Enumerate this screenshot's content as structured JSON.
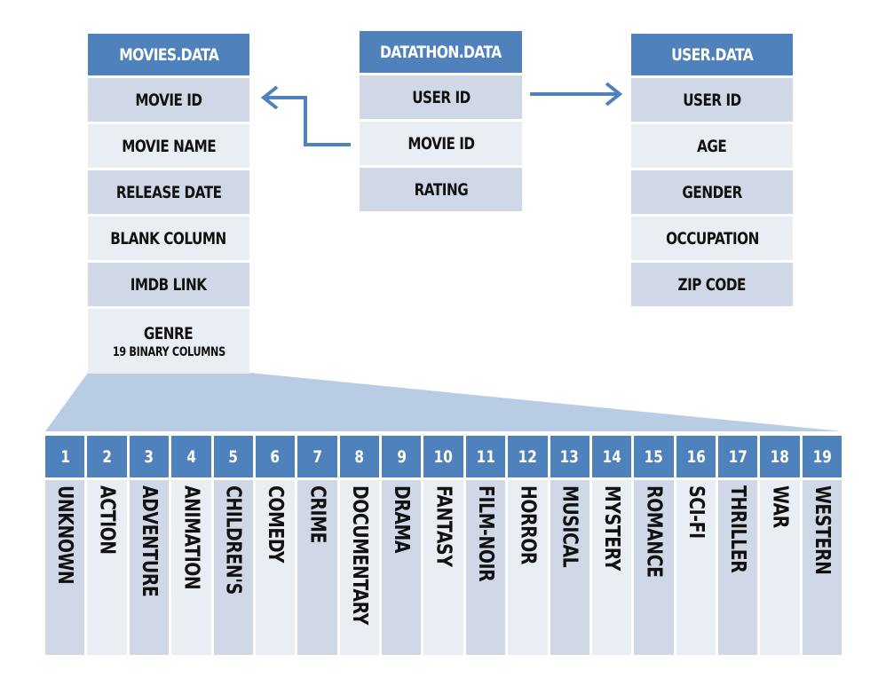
{
  "colors": {
    "header": "#4f81bd",
    "row_dark": "#d0d8e8",
    "row_light": "#e9edf4",
    "arrow": "#4f81bd",
    "fan": "#b8cce4"
  },
  "movies": {
    "title": "MOVIES.DATA",
    "rows": [
      "MOVIE ID",
      "MOVIE NAME",
      "RELEASE DATE",
      "BLANK COLUMN",
      "IMDB LINK",
      "GENRE"
    ],
    "genre_sub": "19 BINARY COLUMNS"
  },
  "datathon": {
    "title": "DATATHON.DATA",
    "rows": [
      "USER ID",
      "MOVIE ID",
      "RATING"
    ]
  },
  "user": {
    "title": "USER.DATA",
    "rows": [
      "USER ID",
      "AGE",
      "GENDER",
      "OCCUPATION",
      "ZIP CODE"
    ]
  },
  "genres": [
    {
      "num": "1",
      "name": "UNKNOWN"
    },
    {
      "num": "2",
      "name": "ACTION"
    },
    {
      "num": "3",
      "name": "ADVENTURE"
    },
    {
      "num": "4",
      "name": "ANIMATION"
    },
    {
      "num": "5",
      "name": "CHILDREN'S"
    },
    {
      "num": "6",
      "name": "COMEDY"
    },
    {
      "num": "7",
      "name": "CRIME"
    },
    {
      "num": "8",
      "name": "DOCUMENTARY"
    },
    {
      "num": "9",
      "name": "DRAMA"
    },
    {
      "num": "10",
      "name": "FANTASY"
    },
    {
      "num": "11",
      "name": "FILM-NOIR"
    },
    {
      "num": "12",
      "name": "HORROR"
    },
    {
      "num": "13",
      "name": "MUSICAL"
    },
    {
      "num": "14",
      "name": "MYSTERY"
    },
    {
      "num": "15",
      "name": "ROMANCE"
    },
    {
      "num": "16",
      "name": "SCI-FI"
    },
    {
      "num": "17",
      "name": "THRILLER"
    },
    {
      "num": "18",
      "name": "WAR"
    },
    {
      "num": "19",
      "name": "WESTERN"
    }
  ]
}
